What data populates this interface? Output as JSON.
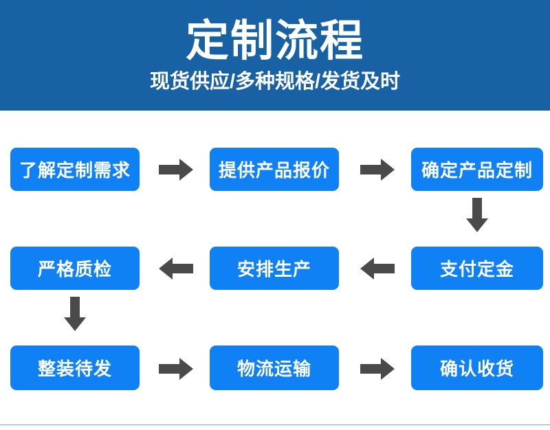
{
  "header": {
    "title": "定制流程",
    "subtitle": "现货供应/多种规格/发货及时",
    "background_color": "#1961a5",
    "text_color": "#ffffff"
  },
  "theme": {
    "node_color": "#1080f5",
    "node_text_color": "#ffffff",
    "arrow_color": "#4a4a4a",
    "page_background": "#ffffff"
  },
  "flow": {
    "nodes": [
      {
        "id": "n1",
        "label": "了解定制需求",
        "row": 1,
        "col": "A"
      },
      {
        "id": "n2",
        "label": "提供产品报价",
        "row": 1,
        "col": "B"
      },
      {
        "id": "n3",
        "label": "确定产品定制",
        "row": 1,
        "col": "C"
      },
      {
        "id": "n4",
        "label": "严格质检",
        "row": 2,
        "col": "A"
      },
      {
        "id": "n5",
        "label": "安排生产",
        "row": 2,
        "col": "B"
      },
      {
        "id": "n6",
        "label": "支付定金",
        "row": 2,
        "col": "C"
      },
      {
        "id": "n7",
        "label": "整装待发",
        "row": 3,
        "col": "A"
      },
      {
        "id": "n8",
        "label": "物流运输",
        "row": 3,
        "col": "B"
      },
      {
        "id": "n9",
        "label": "确认收货",
        "row": 3,
        "col": "C"
      }
    ],
    "connectors": [
      {
        "id": "c1",
        "from": "n1",
        "to": "n2",
        "direction": "right"
      },
      {
        "id": "c2",
        "from": "n2",
        "to": "n3",
        "direction": "right"
      },
      {
        "id": "c3",
        "from": "n3",
        "to": "n6",
        "direction": "down"
      },
      {
        "id": "c4",
        "from": "n6",
        "to": "n5",
        "direction": "left"
      },
      {
        "id": "c5",
        "from": "n5",
        "to": "n4",
        "direction": "left"
      },
      {
        "id": "c6",
        "from": "n4",
        "to": "n7",
        "direction": "down"
      },
      {
        "id": "c7",
        "from": "n7",
        "to": "n8",
        "direction": "right"
      },
      {
        "id": "c8",
        "from": "n8",
        "to": "n9",
        "direction": "right"
      }
    ]
  }
}
